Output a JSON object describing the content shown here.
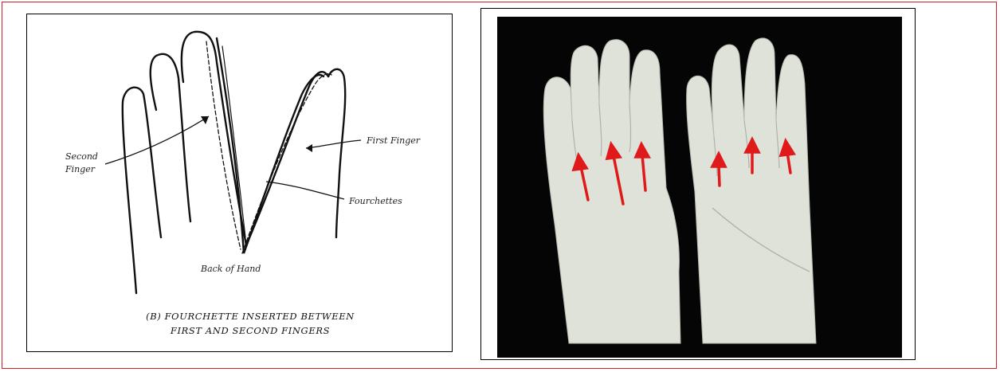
{
  "diagram": {
    "labels": {
      "second_finger_line1": "Second",
      "second_finger_line2": "Finger",
      "first_finger": "First Finger",
      "fourchettes": "Fourchettes",
      "back_of_hand": "Back of Hand"
    },
    "caption": {
      "line1": "(B) FOURCHETTE INSERTED BETWEEN",
      "line2": "FIRST AND SECOND FINGERS"
    }
  },
  "photo": {
    "arrow_color": "#e01a1a",
    "glove_color": "#dfe2d8",
    "background_color": "#050505"
  },
  "colors": {
    "frame": "#d22020"
  }
}
